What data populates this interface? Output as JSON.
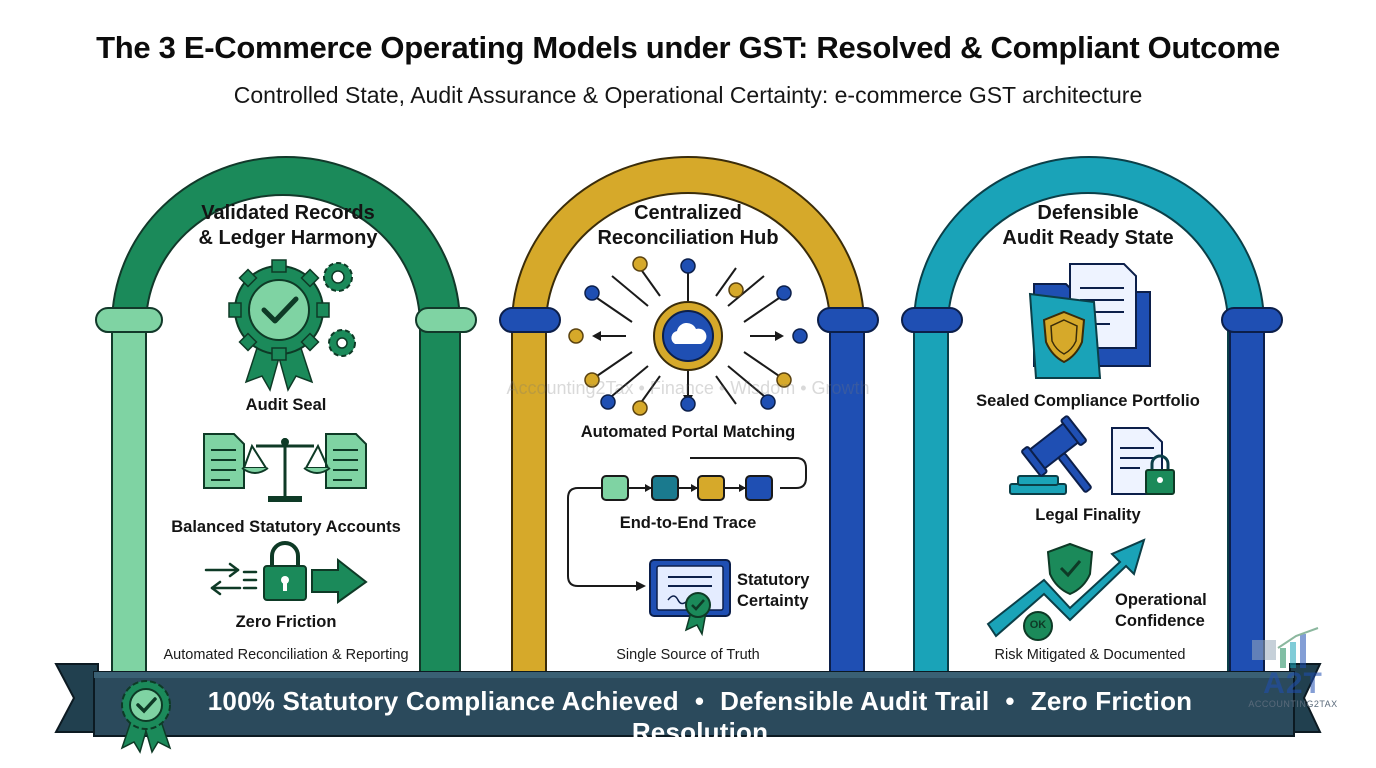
{
  "header": {
    "title": "The 3 E-Commerce Operating Models under GST: Resolved & Compliant Outcome",
    "subtitle": "Controlled State, Audit Assurance & Operational Certainty: e-commerce GST architecture"
  },
  "colors": {
    "green_dark": "#1b8a5a",
    "green_light": "#7fd3a3",
    "gold": "#d6a92a",
    "navy": "#1f4fb3",
    "teal": "#1aa3b8",
    "banner": "#2b4a5c"
  },
  "arches": [
    {
      "title_line1": "Validated Records",
      "title_line2": "& Ledger Harmony",
      "items": [
        "Audit Seal",
        "Balanced Statutory Accounts",
        "Zero Friction"
      ],
      "footer": "Automated Reconciliation & Reporting",
      "icons": [
        "gear-badge-icon",
        "balance-scale-documents-icon",
        "lock-arrow-icon"
      ]
    },
    {
      "title_line1": "Centralized",
      "title_line2": "Reconciliation Hub",
      "items": [
        "Automated Portal Matching",
        "End-to-End Trace",
        "Statutory",
        "Certainty"
      ],
      "footer": "Single Source of Truth",
      "icons": [
        "cloud-hub-network-icon",
        "process-flow-icon",
        "certificate-icon"
      ]
    },
    {
      "title_line1": "Defensible",
      "title_line2": "Audit Ready State",
      "items": [
        "Sealed Compliance Portfolio",
        "Legal Finality",
        "Operational",
        "Confidence"
      ],
      "footer": "Risk Mitigated & Documented",
      "icons": [
        "shield-folder-icon",
        "gavel-lock-document-icon",
        "trend-arrow-shield-icon"
      ]
    }
  ],
  "banner": {
    "items": [
      "100% Statutory Compliance Achieved",
      "Defensible Audit Trail",
      "Zero Friction Resolution"
    ],
    "separator": "•",
    "icon": "compliance-rosette-icon"
  },
  "watermark": "Accounting2Tax • Finance • Wisdom • Growth",
  "logo": {
    "mark": "A2T",
    "text": "ACCOUNTING2TAX",
    "icon": "chart-logo-icon"
  }
}
